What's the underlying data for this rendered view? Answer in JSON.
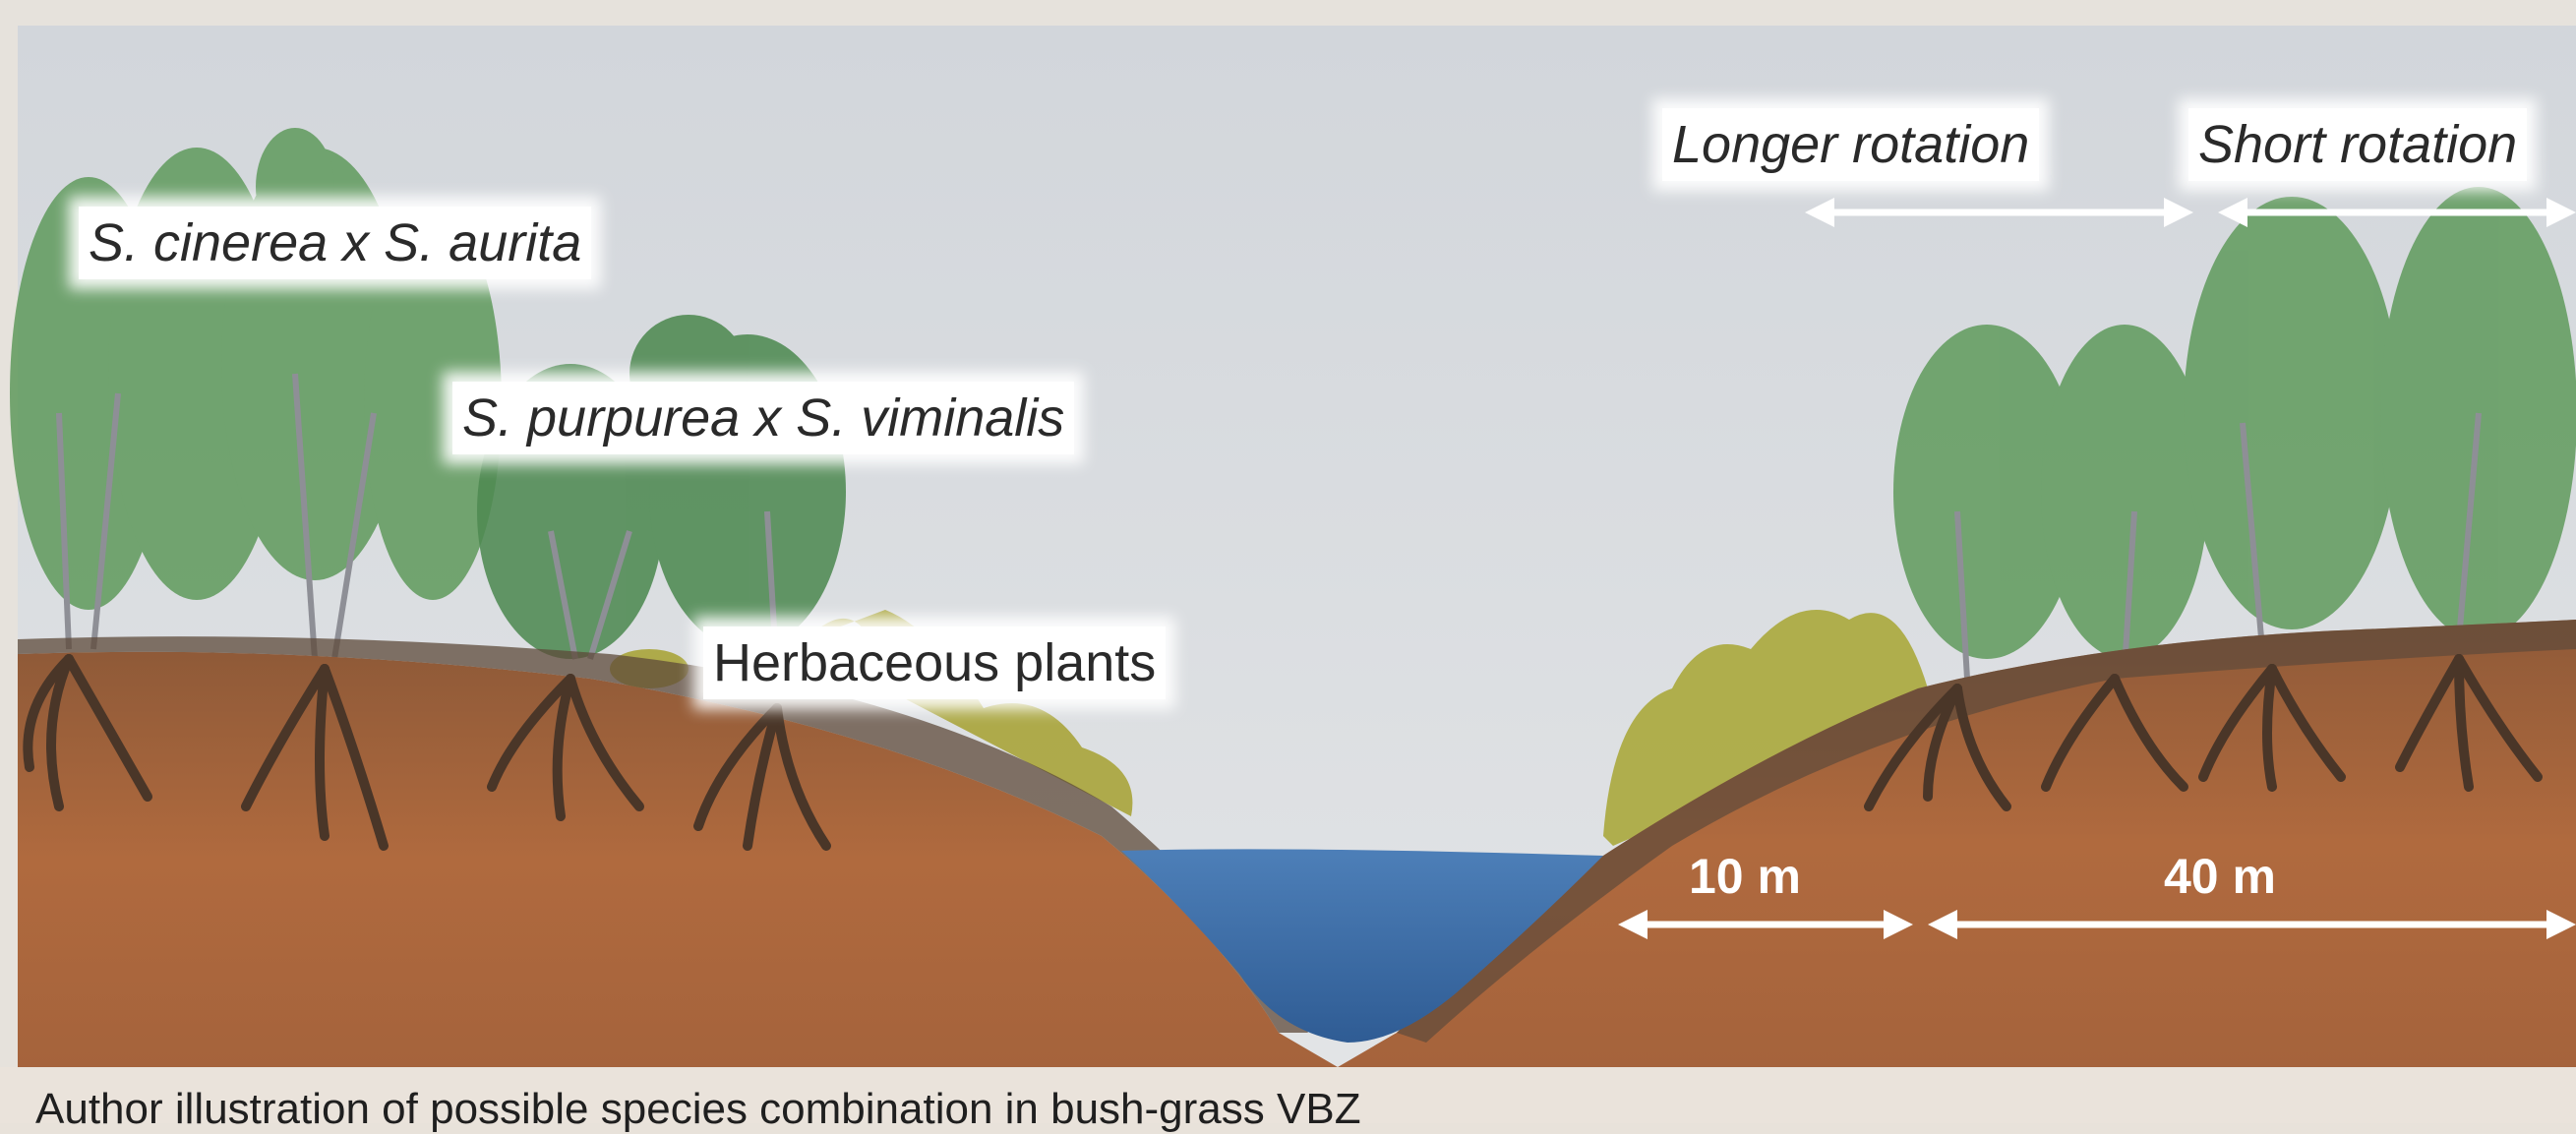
{
  "labels": {
    "cinerea": "S. cinerea x S. aurita",
    "purpurea": "S. purpurea x S. viminalis",
    "herbaceous": "Herbaceous plants",
    "longer_rotation": "Longer rotation",
    "short_rotation": "Short rotation",
    "dist_10": "10 m",
    "dist_40": "40 m"
  },
  "caption": "Author illustration of possible species combination in bush-grass VBZ",
  "colors": {
    "sky": "#dadde0",
    "soil": "#a8643a",
    "soil_dark": "#5e4a3a",
    "water": "#3f6ea8",
    "willow_green": "#5f9a5c",
    "grass_olive": "#a8a43a",
    "caption_bg": "#eae3db"
  }
}
